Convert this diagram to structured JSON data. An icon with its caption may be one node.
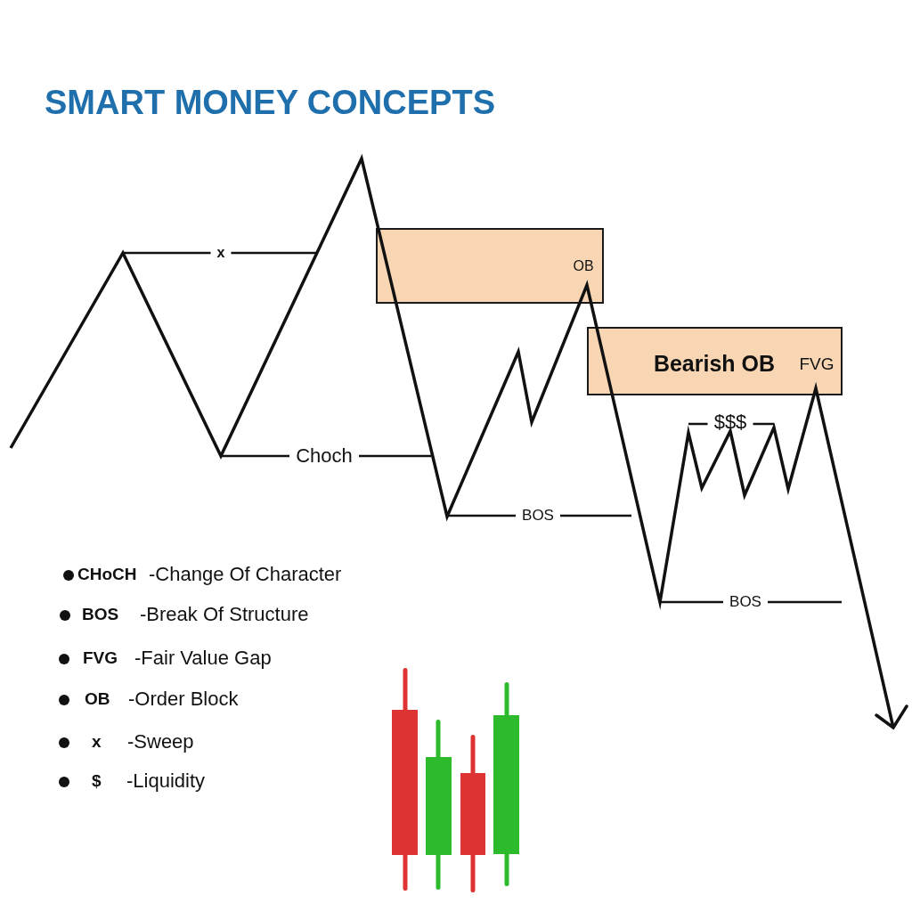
{
  "diagram": {
    "title": "SMART MONEY CONCEPTS",
    "nodes": [
      {
        "text": [
          "OB"
        ]
      },
      {
        "text": [
          "Bearish OB",
          "FVG"
        ]
      }
    ],
    "labels": [
      "x",
      "$$$",
      "Choch",
      "BOS",
      "BOS",
      "CHoCH",
      "-Change Of Character",
      "BOS",
      "-Break Of Structure",
      "FVG",
      "-Fair Value Gap",
      "OB",
      "-Order Block",
      "x",
      "-Sweep",
      "$",
      "-Liquidity"
    ]
  }
}
